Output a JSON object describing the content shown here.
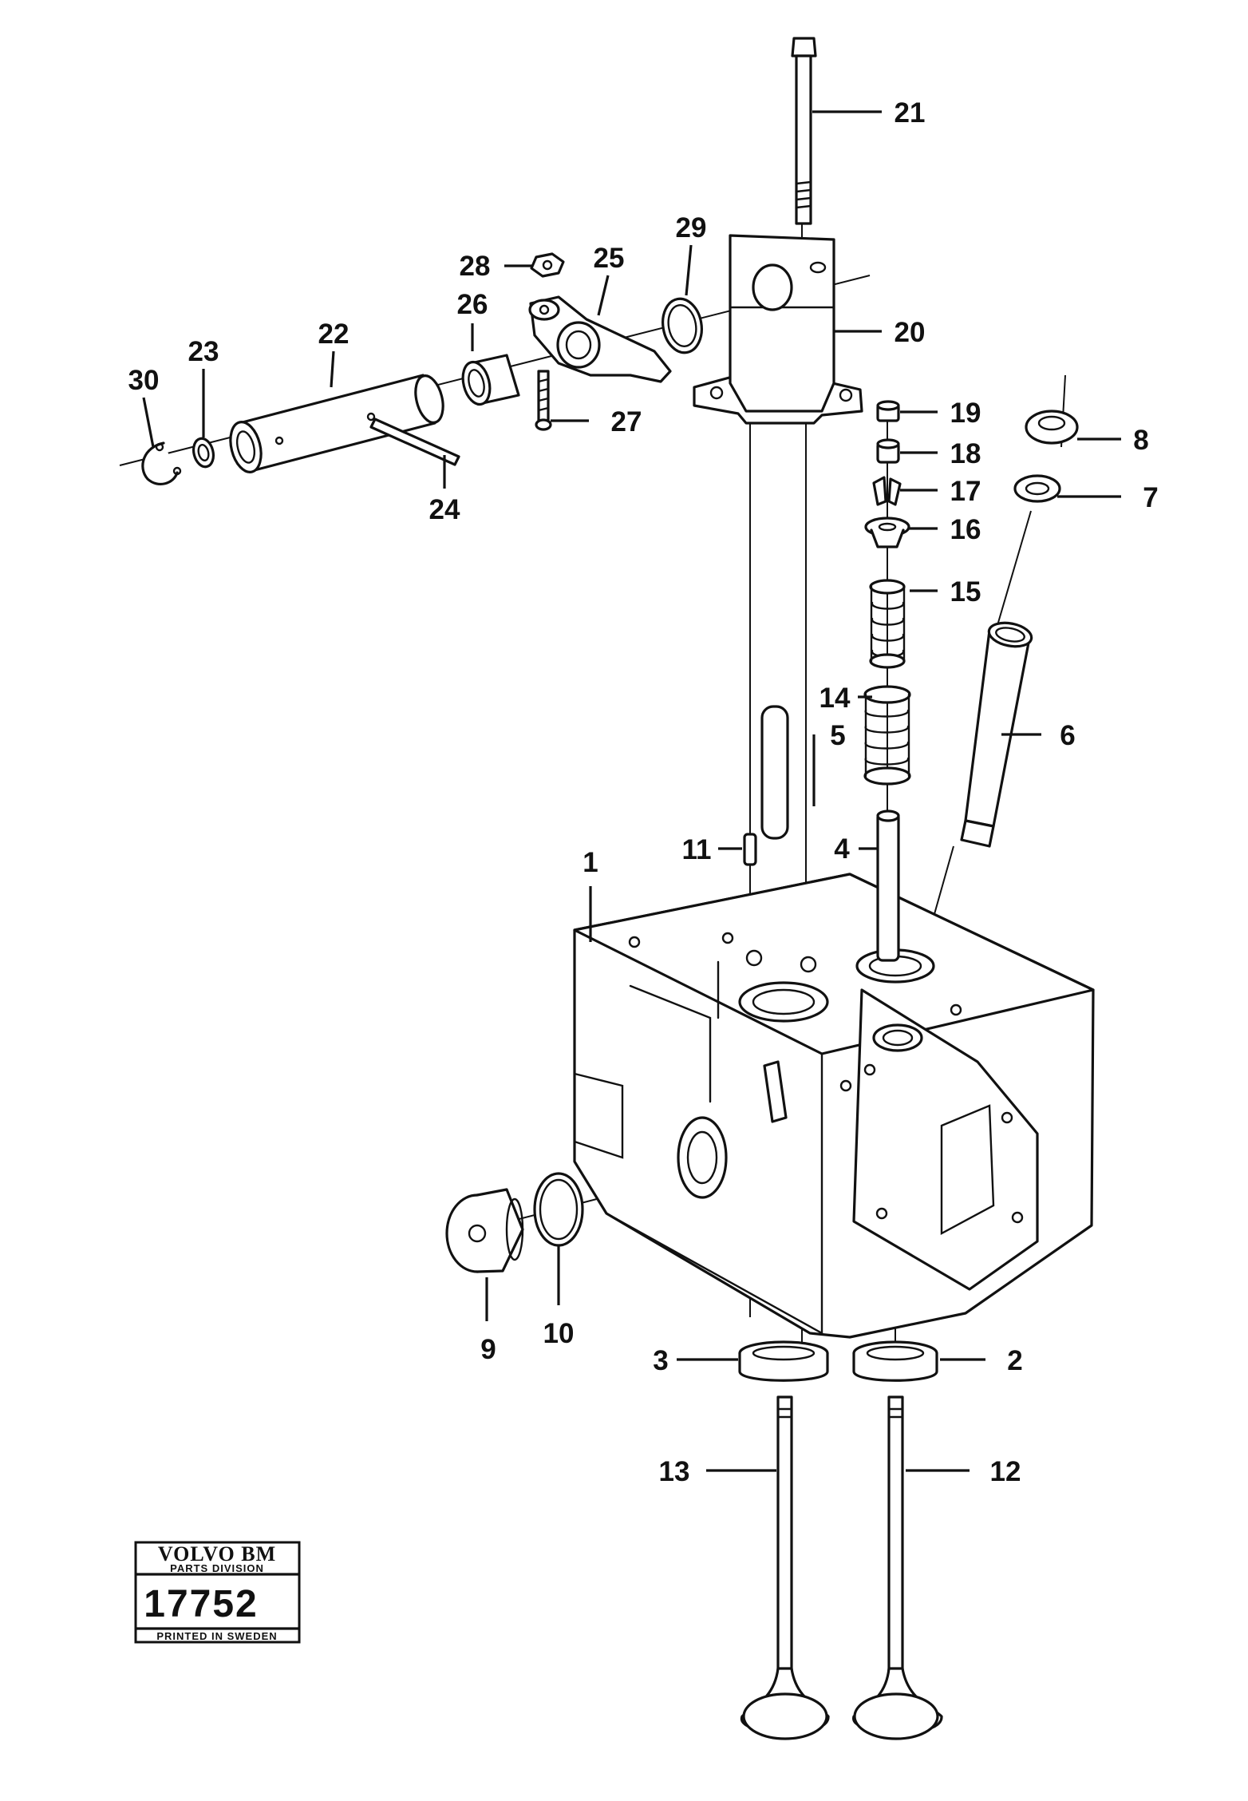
{
  "stamp": {
    "brand": "VOLVO BM",
    "division": "PARTS DIVISION",
    "number": "17752",
    "printed": "PRINTED IN SWEDEN"
  },
  "callouts": {
    "p1": "1",
    "p2": "2",
    "p3": "3",
    "p4": "4",
    "p5": "5",
    "p6": "6",
    "p7": "7",
    "p8": "8",
    "p9": "9",
    "p10": "10",
    "p11": "11",
    "p12": "12",
    "p13": "13",
    "p14": "14",
    "p15": "15",
    "p16": "16",
    "p17": "17",
    "p18": "18",
    "p19": "19",
    "p20": "20",
    "p21": "21",
    "p22": "22",
    "p23": "23",
    "p24": "24",
    "p25": "25",
    "p26": "26",
    "p27": "27",
    "p28": "28",
    "p29": "29",
    "p30": "30"
  }
}
